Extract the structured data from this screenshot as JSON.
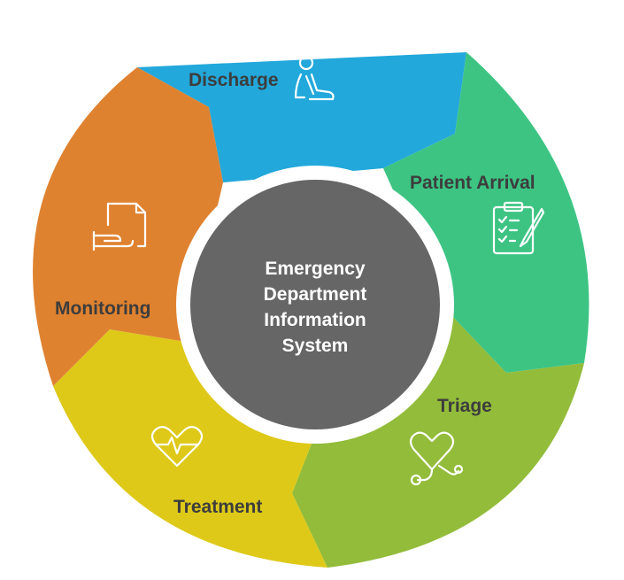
{
  "diagram": {
    "center": {
      "lines": [
        "Emergency",
        "Department",
        "Information",
        "System"
      ]
    },
    "segments": [
      {
        "id": "discharge",
        "label": "Discharge",
        "color": "#22A8DB",
        "icon": "person-kneeling-icon"
      },
      {
        "id": "patient-arrival",
        "label": "Patient Arrival",
        "color": "#3DC483",
        "icon": "clipboard-checklist-icon"
      },
      {
        "id": "triage",
        "label": "Triage",
        "color": "#92BC3A",
        "icon": "stethoscope-heart-icon"
      },
      {
        "id": "treatment",
        "label": "Treatment",
        "color": "#DEC919",
        "icon": "heartbeat-icon"
      },
      {
        "id": "monitoring",
        "label": "Monitoring",
        "color": "#DF8230",
        "icon": "hand-document-icon"
      }
    ],
    "center_color": "#666666"
  }
}
